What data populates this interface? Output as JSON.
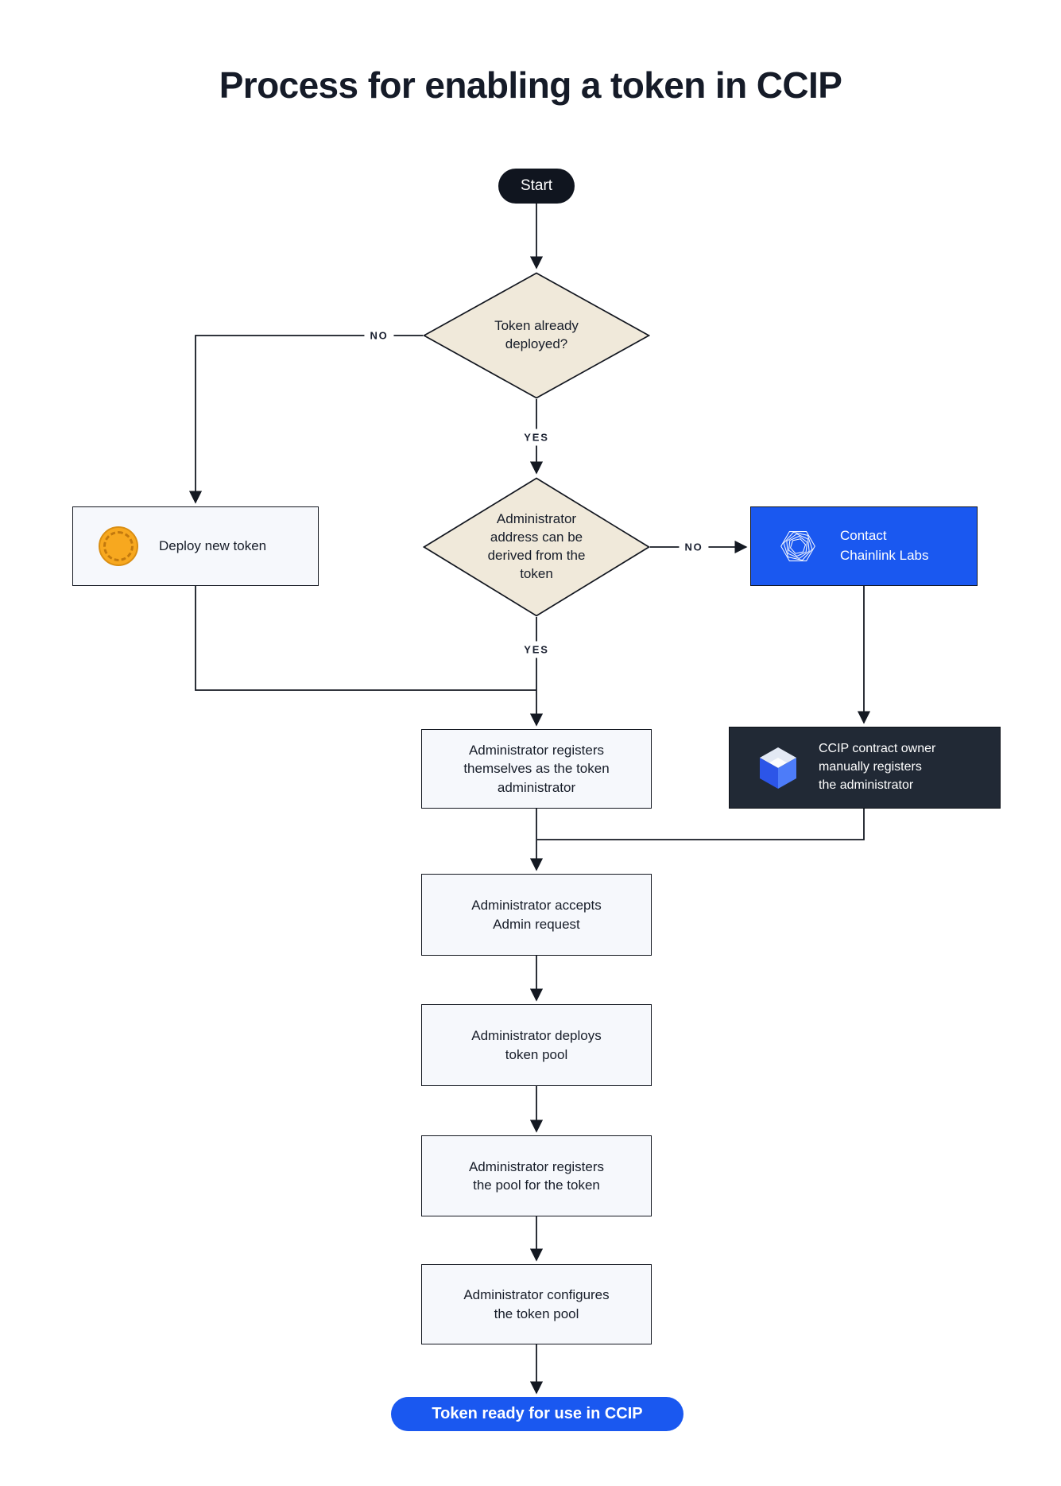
{
  "title": "Process for enabling a token in CCIP",
  "nodes": {
    "start": {
      "label": "Start"
    },
    "token_deployed": {
      "label": "Token already\ndeployed?"
    },
    "deploy_new_token": {
      "label": "Deploy new token"
    },
    "admin_derivable": {
      "label": "Administrator\naddress can be\nderived from the\ntoken"
    },
    "contact_chainlink": {
      "label": "Contact\nChainlink Labs"
    },
    "register_self": {
      "label": "Administrator registers\nthemselves as the token\nadministrator"
    },
    "owner_registers": {
      "label": "CCIP contract owner\nmanually registers\nthe administrator"
    },
    "accept_request": {
      "label": "Administrator accepts\nAdmin request"
    },
    "deploy_pool": {
      "label": "Administrator deploys\ntoken pool"
    },
    "register_pool": {
      "label": "Administrator registers\nthe pool for the token"
    },
    "configure_pool": {
      "label": "Administrator configures\nthe token pool"
    },
    "end": {
      "label": "Token ready for use in CCIP"
    }
  },
  "edge_labels": {
    "no_token_not_deployed": "NO",
    "yes_token_deployed": "YES",
    "no_not_derivable": "NO",
    "yes_derivable": "YES"
  },
  "icons": {
    "coin": "coin-icon",
    "chainlink": "chainlink-logo-icon",
    "ccip_cube": "ccip-logo-icon"
  },
  "colors": {
    "accent_blue": "#1a58f0",
    "start_pill": "#10151f",
    "dark_panel": "#212935",
    "diamond_fill": "#f0e9da",
    "box_fill": "#f6f8fc",
    "coin_gold": "#f7a81f",
    "connector": "#141922"
  }
}
